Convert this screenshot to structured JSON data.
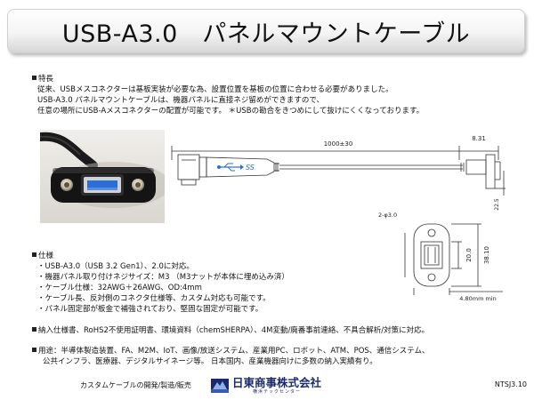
{
  "title": "USB-A3.0　パネルマウントケーブル",
  "features": {
    "heading": "特長",
    "lines": [
      "従来、USBメスコネクターは基板実装が必要な為、設置位置を基板の位置に合わせる必要がありました。",
      "USB-A3.0 パネルマウントケーブルは、機器パネルに直接ネジ留めができますので、",
      "任意の場所にUSB-Aメスコネクターの配置が可能です。 ＊USBの勘合をきつめにして抜けにくくなっております。"
    ]
  },
  "drawing": {
    "length_label": "1000±30",
    "plug_width": "8.31",
    "pitch": "2-φ3.0",
    "width_inner": "20.0",
    "width_outer": "38.10",
    "thickness": "4.80mm min",
    "small_dim": "22.5",
    "usb_logo_text": "SS"
  },
  "specs": {
    "heading": "仕様",
    "lines": [
      "・USB-A3.0（USB 3.2 Gen1）、2.0に対応。",
      "・機器パネル取り付けネジサイズ：M3 （M3ナットが本体に埋め込み済）",
      "・ケーブル仕様：32AWG＋26AWG、OD:4mm",
      "・ケーブル長、反対側のコネクタ仕様等、カスタム対応も可能です。",
      "・パネル固定部が板金で補強されており、堅固な固定が可能です。"
    ]
  },
  "delivery": "納入仕様書、RoHS2不使用証明書、環境資料（chemSHERPA）、4M変動/廃番事前連絡、不具合解析/対策に対応。",
  "usage": {
    "line1": "用途：半導体製造装置、FA、M2M、IoT、画像/放送システム、産業用PC、ロボット、ATM、POS、通信システム、",
    "line2": "公共インフラ、医療器、デジタルサイネージ等。 日本国内、産業機器向けに多数の納入実績有り。"
  },
  "footer": {
    "left": "カスタムケーブルの開発/製造/販売",
    "company": "日東商事株式会社",
    "company_sub": "横浜テックセンター",
    "doc_id": "NTSJ3.10"
  },
  "colors": {
    "brand": "#1a2a6e",
    "usb_blue": "#2a6fd6"
  }
}
